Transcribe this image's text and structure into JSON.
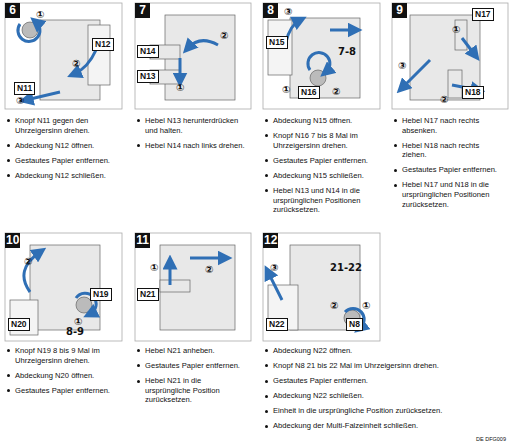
{
  "diagram": {
    "nodes": [
      {
        "text": [
          "6"
        ]
      },
      {
        "text": [
          "N11"
        ]
      },
      {
        "text": [
          "N12"
        ]
      },
      {
        "text": [
          "7"
        ]
      },
      {
        "text": [
          "N14"
        ]
      },
      {
        "text": [
          "N13"
        ]
      },
      {
        "text": [
          "8"
        ]
      },
      {
        "text": [
          "N15"
        ]
      },
      {
        "text": [
          "N16"
        ]
      },
      {
        "text": [
          "9"
        ]
      },
      {
        "text": [
          "N17"
        ]
      },
      {
        "text": [
          "N18"
        ]
      },
      {
        "text": [
          "10"
        ]
      },
      {
        "text": [
          "N19"
        ]
      },
      {
        "text": [
          "N20"
        ]
      },
      {
        "text": [
          "11"
        ]
      },
      {
        "text": [
          "N21"
        ]
      },
      {
        "text": [
          "12"
        ]
      },
      {
        "text": [
          "N22"
        ]
      },
      {
        "text": [
          "N8"
        ]
      }
    ],
    "labels": [
      "①",
      "②",
      "③",
      "Knopf N11 gegen den Uhrzeigersinn drehen.",
      "Abdeckung N12 öffnen.",
      "Gestautes Papier entfernen.",
      "Abdeckung N12 schließen.",
      "①",
      "②",
      "Hebel N13 herunterdrücken und halten.",
      "Hebel N14 nach links drehen.",
      "①",
      "②",
      "③",
      "7-8",
      "Abdeckung N15 öffnen.",
      "Knopf N16 7 bis 8 Mal im Uhrzeigersinn drehen.",
      "Gestautes Papier entfernen.",
      "Abdeckung N15 schließen.",
      "Hebel N13 und N14 in die ursprünglichen Positionen zurücksetzen.",
      "①",
      "②",
      "③",
      "Hebel N17 nach rechts absenken.",
      "Hebel N18 nach rechts ziehen.",
      "Gestautes Papier entfernen.",
      "Hebel N17 und N18 in die ursprünglichen Positionen zurücksetzen.",
      "①",
      "②",
      "8-9",
      "Knopf N19 8 bis 9 Mal im Uhrzeigersinn drehen.",
      "Abdeckung N20 öffnen.",
      "Gestautes Papier entfernen.",
      "①",
      "②",
      "Hebel N21 anheben.",
      "Gestautes Papier entfernen.",
      "Hebel N21 in die ursprüngliche Position zurücksetzen.",
      "①",
      "②",
      "③",
      "21-22",
      "Abdeckung N22 öffnen.",
      "Knopf N8 21 bis 22 Mal im Uhrzeigersinn drehen.",
      "Gestautes Papier entfernen.",
      "Abdeckung N22 schließen.",
      "Einheit in die ursprüngliche Position zurücksetzen.",
      "Abdeckung der Multi-Falzeinheit schließen.",
      "DE DFG009"
    ]
  }
}
